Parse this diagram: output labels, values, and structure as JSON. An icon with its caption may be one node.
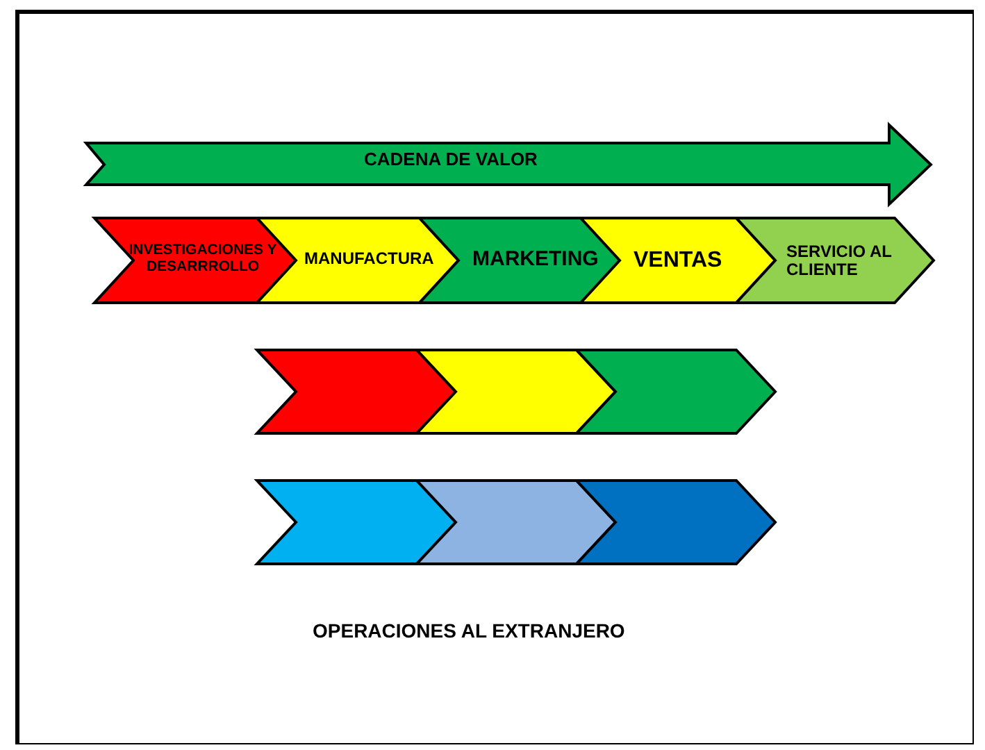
{
  "diagram": {
    "nodes": [
      {
        "text": [
          "CADENA DE VALOR"
        ]
      },
      {
        "text": [
          "INVESTIGACIONES Y DESARRROLLO"
        ]
      },
      {
        "text": [
          "MANUFACTURA"
        ]
      },
      {
        "text": [
          "MARKETING"
        ]
      },
      {
        "text": [
          "VENTAS"
        ]
      },
      {
        "text": [
          "SERVICIO AL CLIENTE"
        ]
      },
      {
        "text": [],
        "shape": "chevron"
      },
      {
        "text": [],
        "shape": "chevron"
      },
      {
        "text": [],
        "shape": "chevron"
      },
      {
        "text": [],
        "shape": "chevron"
      },
      {
        "text": [],
        "shape": "chevron"
      },
      {
        "text": [],
        "shape": "chevron"
      }
    ],
    "labels": [
      "OPERACIONES AL EXTRANJERO"
    ]
  }
}
